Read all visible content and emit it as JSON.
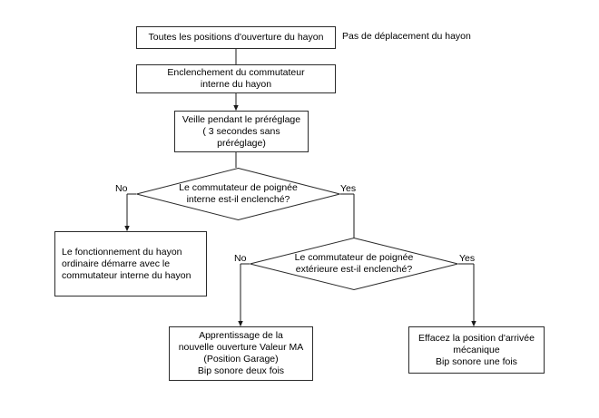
{
  "diagram": {
    "title_text": "Pas de déplacement du hayon",
    "nodes": {
      "start_box": "Toutes les positions d'ouverture du hayon",
      "engage_box": "Enclenchement du commutateur\ninterne du hayon",
      "standby_box": "Veille pendant le préréglage\n( 3 secondes sans\npréréglage)",
      "decision_inner_handle": "Le commutateur de poignée\ninterne est-il enclenché?",
      "ordinary_operation_box": "Le fonctionnement du hayon\nordinaire démarre avec le\ncommutateur interne du hayon",
      "decision_outer_handle": "Le commutateur de poignée\nextérieure est-il enclenché?",
      "learn_position_box": "Apprentissage de la\nnouvelle ouverture Valeur MA\n(Position Garage)\nBip sonore deux fois",
      "erase_position_box": "Effacez la position d'arrivée\nmécanique\nBip sonore une fois"
    },
    "edge_labels": {
      "d1_no": "No",
      "d1_yes": "Yes",
      "d2_no": "No",
      "d2_yes": "Yes"
    },
    "colors": {
      "stroke": "#2b2b2b",
      "line": "#1a1a1a",
      "background": "#ffffff",
      "text": "#000000"
    }
  }
}
